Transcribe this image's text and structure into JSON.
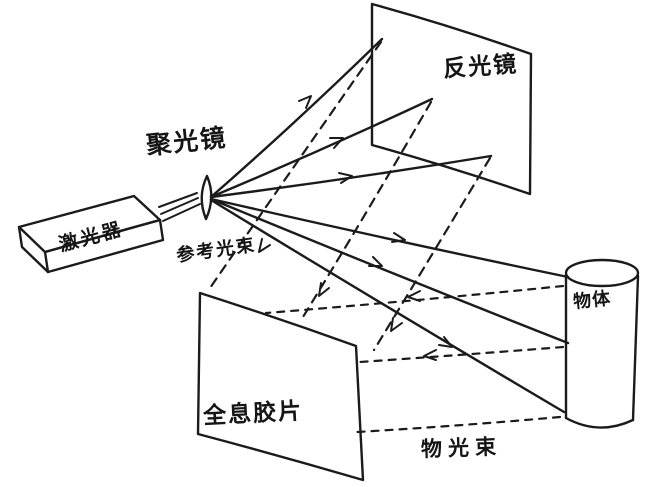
{
  "figure": {
    "kind": "hand-drawn holography recording setup diagram",
    "background_color": "#ffffff",
    "ink_color": "#1b1b1b",
    "labels": {
      "laser": "激光器",
      "condenser_lens": "聚光镜",
      "mirror": "反光镜",
      "reference_beam": "参考光束",
      "holographic_film": "全息胶片",
      "object_beam": "物光束",
      "object": "物体"
    },
    "line_styles": {
      "solid_rays": "incident beams from lens to mirror and object",
      "dashed_rays": "reference beams (mirror to film) and object beams (object to film)"
    }
  }
}
